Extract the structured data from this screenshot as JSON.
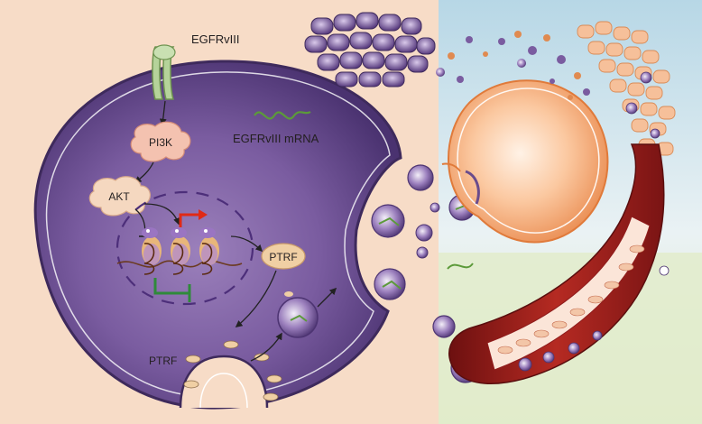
{
  "labels": {
    "egfrviii": "EGFRvIII",
    "pi3k": "PI3K",
    "akt": "AKT",
    "ptrf_node": "PTRF",
    "mrna": "EGFRvIII mRNA",
    "ptrf_membrane": "PTRF"
  },
  "colors": {
    "bg_left": "#f6d7c0",
    "bg_right_top": "#bfdbe8",
    "bg_right_bottom": "#e3eccd",
    "cell_body": "#6a4c8c",
    "cell_rim": "#3e2a5c",
    "kinase": "#f4c2b0",
    "ptrf_fill": "#f0cfa4",
    "receptor": "#b5d39a",
    "mrna": "#5c9a3a",
    "activation_arrow": "#e02a16",
    "inhibition_bar": "#2f8a3a",
    "vessel": "#8f1c1c",
    "tumor_orange": "#f3b58a"
  },
  "icons": [
    "egfrviii-receptor-icon",
    "nucleosome-icon",
    "extracellular-vesicle-icon",
    "blood-vessel-icon",
    "tumor-cell-icon"
  ]
}
